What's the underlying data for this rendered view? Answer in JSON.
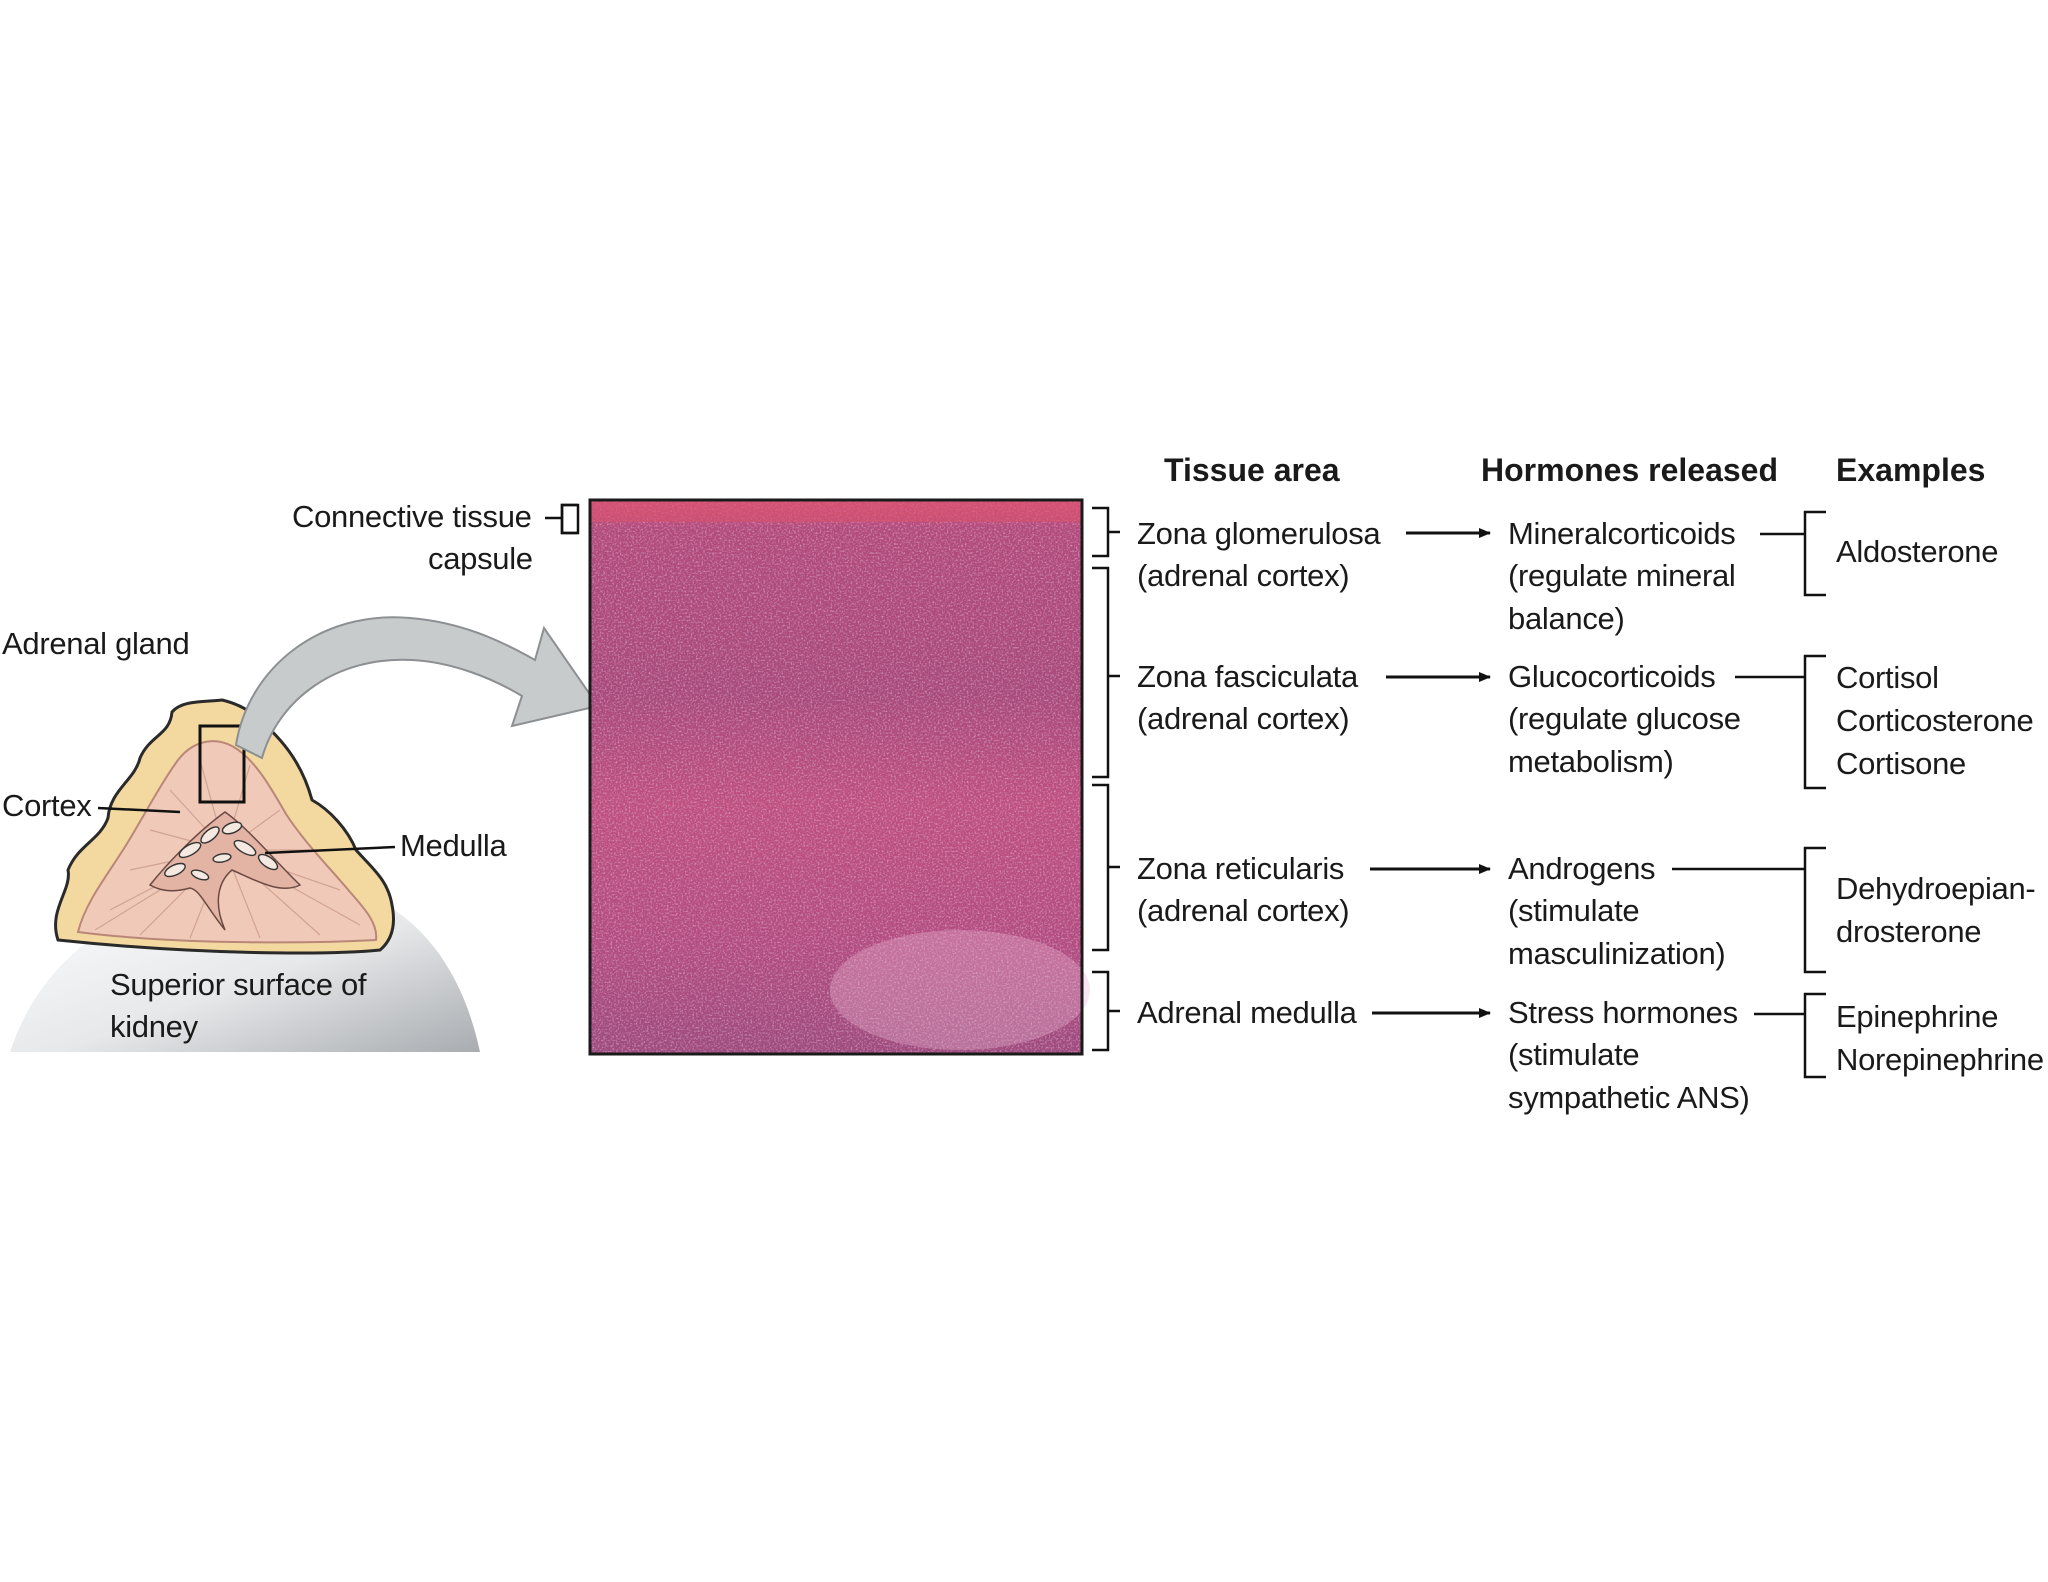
{
  "headers": {
    "tissue_area": "Tissue area",
    "hormones_released": "Hormones released",
    "examples": "Examples"
  },
  "left_labels": {
    "connective_tissue": "Connective tissue",
    "capsule": "capsule",
    "adrenal_gland": "Adrenal gland",
    "cortex": "Cortex",
    "medulla": "Medulla",
    "kidney_line1": "Superior surface of",
    "kidney_line2": "kidney"
  },
  "rows": [
    {
      "zone": "Zona glomerulosa",
      "zone_sub": "(adrenal cortex)",
      "hormone": "Mineralcorticoids",
      "hormone_desc": "(regulate mineral\nbalance)",
      "examples": "Aldosterone"
    },
    {
      "zone": "Zona fasciculata",
      "zone_sub": "(adrenal cortex)",
      "hormone": "Glucocorticoids",
      "hormone_desc": "(regulate glucose\nmetabolism)",
      "examples": "Cortisol\nCorticosterone\nCortisone"
    },
    {
      "zone": "Zona reticularis",
      "zone_sub": "(adrenal cortex)",
      "hormone": "Androgens",
      "hormone_desc": "(stimulate\nmasculinization)",
      "examples": "Dehydroepian-\ndrosterone"
    },
    {
      "zone": "Adrenal medulla",
      "zone_sub": "",
      "hormone": "Stress hormones",
      "hormone_desc": "(stimulate\nsympathetic ANS)",
      "examples": "Epinephrine\nNorepinephrine"
    }
  ],
  "colors": {
    "capsule_fat": "#f3d9a0",
    "cortex": "#f1c9b8",
    "tissue_dark": "#a83f73",
    "tissue_light": "#d98ab0",
    "arrow_gray": "#c8cbcc"
  }
}
